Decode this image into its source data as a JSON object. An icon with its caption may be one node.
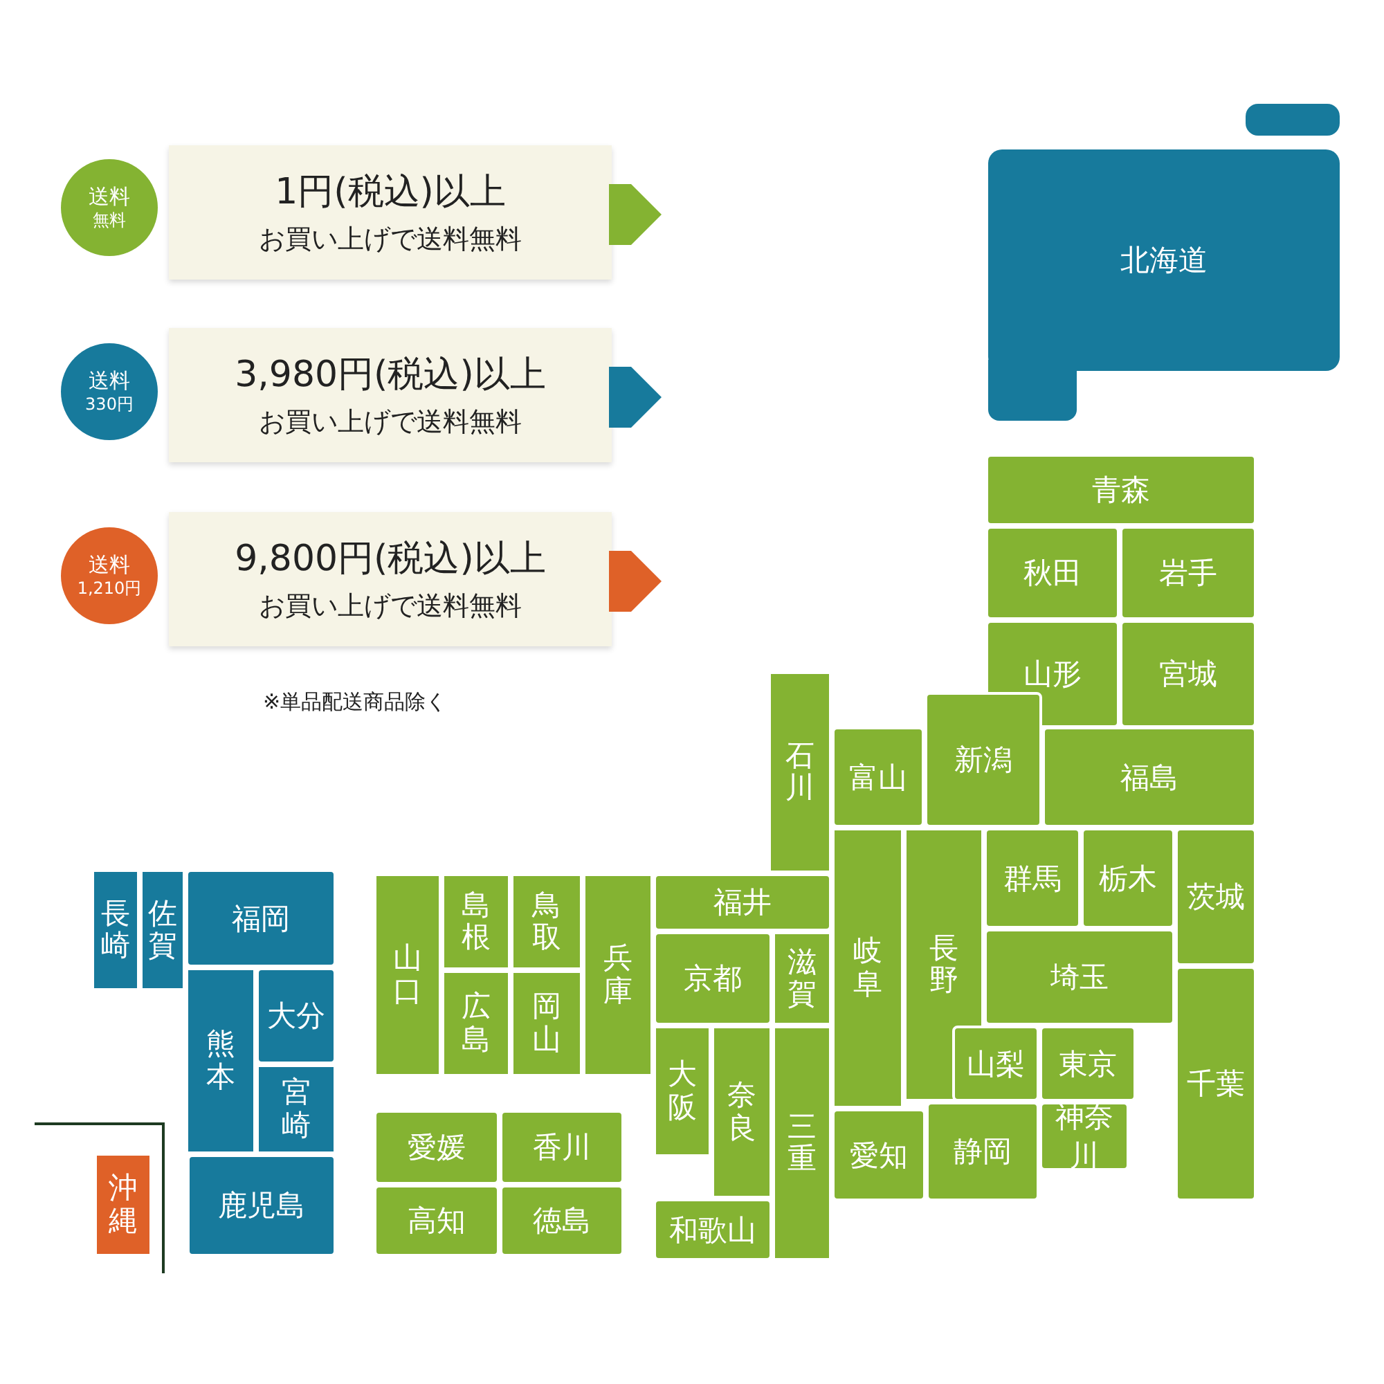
{
  "diagram": {
    "nodes": [
      {
        "text": [
          "送料",
          "無料"
        ]
      },
      {
        "text": [
          "1円(税込)以上",
          "お買い上げで送料無料"
        ]
      },
      {
        "text": [
          "送料",
          "330円"
        ]
      },
      {
        "text": [
          "3,980円(税込)以上",
          "お買い上げで送料無料"
        ]
      },
      {
        "text": [
          "送料",
          "1,210円"
        ]
      },
      {
        "text": [
          "9,800円(税込)以上",
          "お買い上げで送料無料"
        ]
      },
      {
        "text": [
          "北海道"
        ]
      },
      {
        "text": [
          "青森"
        ]
      },
      {
        "text": [
          "秋田"
        ]
      },
      {
        "text": [
          "岩手"
        ]
      },
      {
        "text": [
          "山形"
        ]
      },
      {
        "text": [
          "宮城"
        ]
      },
      {
        "text": [
          "石川"
        ]
      },
      {
        "text": [
          "富山"
        ]
      },
      {
        "text": [
          "新潟"
        ]
      },
      {
        "text": [
          "福島"
        ]
      },
      {
        "text": [
          "福井"
        ]
      },
      {
        "text": [
          "岐阜"
        ]
      },
      {
        "text": [
          "長野"
        ]
      },
      {
        "text": [
          "群馬"
        ]
      },
      {
        "text": [
          "栃木"
        ]
      },
      {
        "text": [
          "茨城"
        ]
      },
      {
        "text": [
          "長崎"
        ]
      },
      {
        "text": [
          "佐賀"
        ]
      },
      {
        "text": [
          "福岡"
        ]
      },
      {
        "text": [
          "山口"
        ]
      },
      {
        "text": [
          "島根"
        ]
      },
      {
        "text": [
          "鳥取"
        ]
      },
      {
        "text": [
          "兵庫"
        ]
      },
      {
        "text": [
          "京都"
        ]
      },
      {
        "text": [
          "滋賀"
        ]
      },
      {
        "text": [
          "埼玉"
        ]
      },
      {
        "text": [
          "熊本"
        ]
      },
      {
        "text": [
          "大分"
        ]
      },
      {
        "text": [
          "広島"
        ]
      },
      {
        "text": [
          "岡山"
        ]
      },
      {
        "text": [
          "大阪"
        ]
      },
      {
        "text": [
          "奈良"
        ]
      },
      {
        "text": [
          "三重"
        ]
      },
      {
        "text": [
          "山梨"
        ]
      },
      {
        "text": [
          "東京"
        ]
      },
      {
        "text": [
          "千葉"
        ]
      },
      {
        "text": [
          "神奈川"
        ]
      },
      {
        "text": [
          "宮崎"
        ]
      },
      {
        "text": [
          "愛媛"
        ]
      },
      {
        "text": [
          "香川"
        ]
      },
      {
        "text": [
          "愛知"
        ]
      },
      {
        "text": [
          "静岡"
        ]
      },
      {
        "text": [
          "沖縄"
        ]
      },
      {
        "text": [
          "鹿児島"
        ]
      },
      {
        "text": [
          "高知"
        ]
      },
      {
        "text": [
          "徳島"
        ]
      },
      {
        "text": [
          "和歌山"
        ]
      }
    ],
    "labels": [
      "※単品配送商品除く"
    ]
  }
}
